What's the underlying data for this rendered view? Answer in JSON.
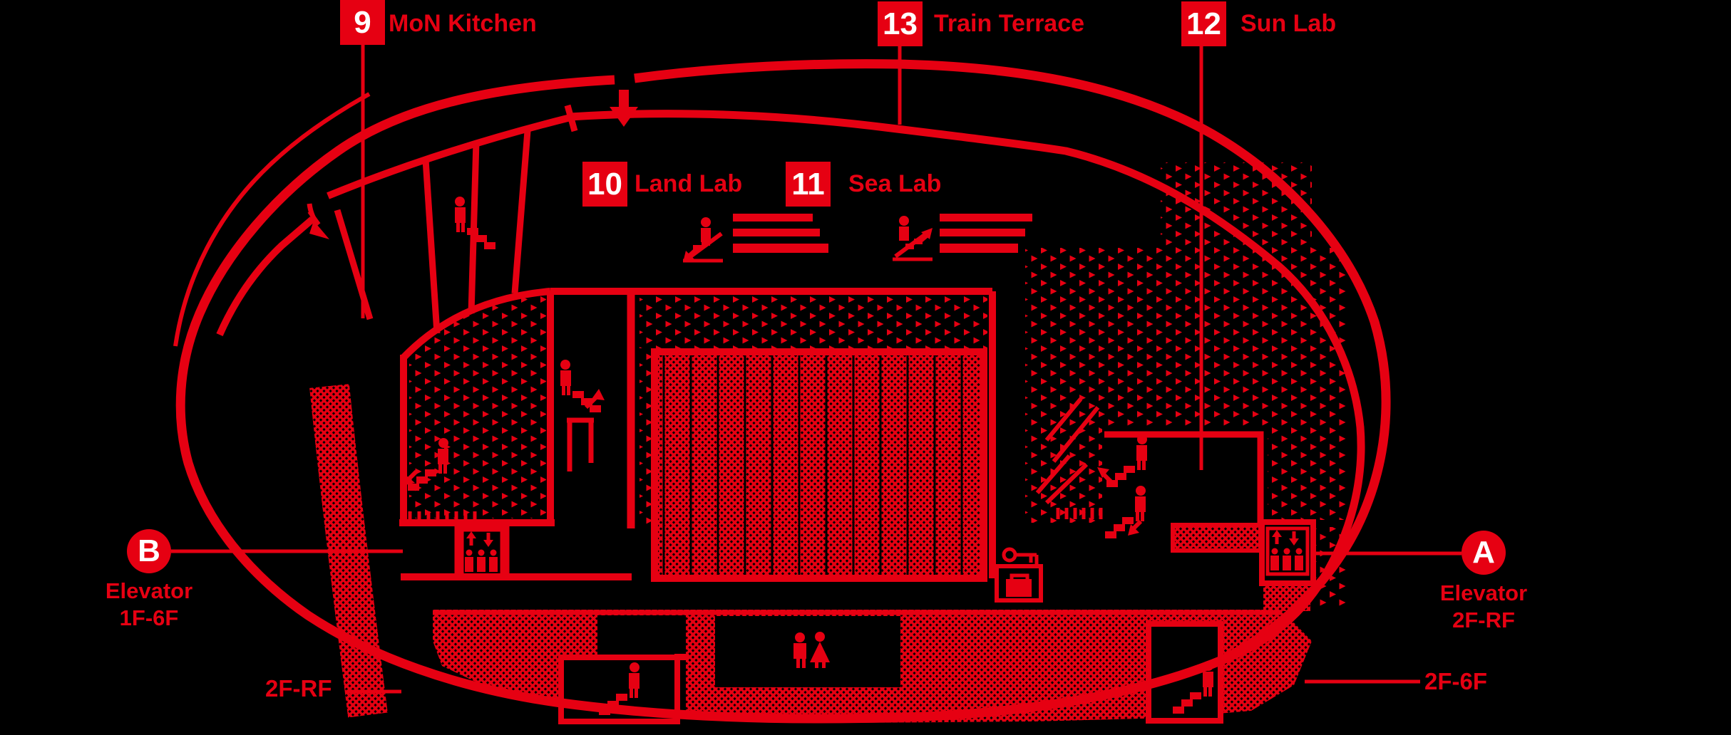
{
  "colors": {
    "red": "#e60012",
    "background": "#000000",
    "marker_text": "#ffffff"
  },
  "markers": [
    {
      "num": "9",
      "label": "MoN Kitchen"
    },
    {
      "num": "10",
      "label": "Land Lab"
    },
    {
      "num": "11",
      "label": "Sea Lab"
    },
    {
      "num": "12",
      "label": "Sun Lab"
    },
    {
      "num": "13",
      "label": "Train Terrace"
    }
  ],
  "elevators": [
    {
      "letter": "B",
      "title": "Elevator",
      "floors": "1F-6F"
    },
    {
      "letter": "A",
      "title": "Elevator",
      "floors": "2F-RF"
    }
  ],
  "stair_labels": [
    {
      "text": "2F-RF"
    },
    {
      "text": "2F-6F"
    }
  ],
  "icons": [
    "entrance-arrow",
    "direction-arrow",
    "escalator-down",
    "escalator-up",
    "stairs-person",
    "elevator-cab",
    "toilet-men",
    "toilet-women",
    "key",
    "locker"
  ]
}
